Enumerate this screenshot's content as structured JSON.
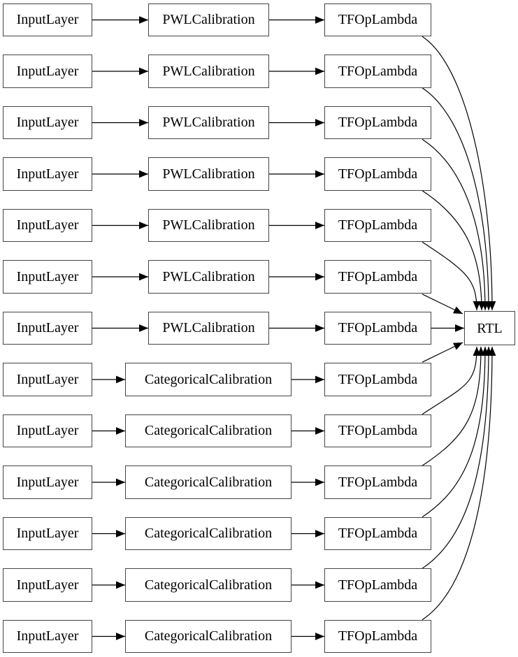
{
  "diagram": {
    "kind": "model-graph",
    "output_node_label": "RTL",
    "rows": [
      {
        "input_label": "InputLayer",
        "calibration_label": "PWLCalibration",
        "calibration_type": "pwl",
        "lambda_label": "TFOpLambda"
      },
      {
        "input_label": "InputLayer",
        "calibration_label": "PWLCalibration",
        "calibration_type": "pwl",
        "lambda_label": "TFOpLambda"
      },
      {
        "input_label": "InputLayer",
        "calibration_label": "PWLCalibration",
        "calibration_type": "pwl",
        "lambda_label": "TFOpLambda"
      },
      {
        "input_label": "InputLayer",
        "calibration_label": "PWLCalibration",
        "calibration_type": "pwl",
        "lambda_label": "TFOpLambda"
      },
      {
        "input_label": "InputLayer",
        "calibration_label": "PWLCalibration",
        "calibration_type": "pwl",
        "lambda_label": "TFOpLambda"
      },
      {
        "input_label": "InputLayer",
        "calibration_label": "PWLCalibration",
        "calibration_type": "pwl",
        "lambda_label": "TFOpLambda"
      },
      {
        "input_label": "InputLayer",
        "calibration_label": "PWLCalibration",
        "calibration_type": "pwl",
        "lambda_label": "TFOpLambda"
      },
      {
        "input_label": "InputLayer",
        "calibration_label": "CategoricalCalibration",
        "calibration_type": "categorical",
        "lambda_label": "TFOpLambda"
      },
      {
        "input_label": "InputLayer",
        "calibration_label": "CategoricalCalibration",
        "calibration_type": "categorical",
        "lambda_label": "TFOpLambda"
      },
      {
        "input_label": "InputLayer",
        "calibration_label": "CategoricalCalibration",
        "calibration_type": "categorical",
        "lambda_label": "TFOpLambda"
      },
      {
        "input_label": "InputLayer",
        "calibration_label": "CategoricalCalibration",
        "calibration_type": "categorical",
        "lambda_label": "TFOpLambda"
      },
      {
        "input_label": "InputLayer",
        "calibration_label": "CategoricalCalibration",
        "calibration_type": "categorical",
        "lambda_label": "TFOpLambda"
      },
      {
        "input_label": "InputLayer",
        "calibration_label": "CategoricalCalibration",
        "calibration_type": "categorical",
        "lambda_label": "TFOpLambda"
      }
    ],
    "connectivity": "Each row: input -> calibration -> lambda; every lambda -> RTL",
    "colors": {
      "background": "#ffffff",
      "node_border": "#454545",
      "node_fill": "#ffffff",
      "edge": "#000000",
      "text": "#000000"
    }
  }
}
